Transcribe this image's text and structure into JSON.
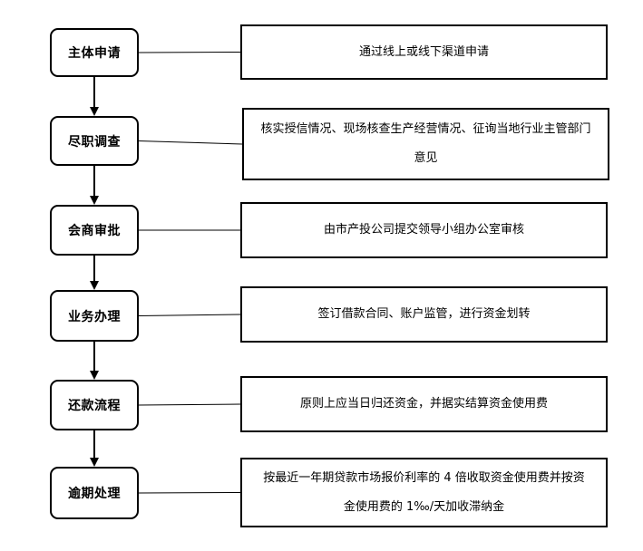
{
  "steps": [
    {
      "label": "主体申请",
      "description": "通过线上或线下渠道申请"
    },
    {
      "label": "尽职调查",
      "description": "核实授信情况、现场核查生产经营情况、征询当地行业主管部门意见"
    },
    {
      "label": "会商审批",
      "description": "由市产投公司提交领导小组办公室审核"
    },
    {
      "label": "业务办理",
      "description": "签订借款合同、账户监管，进行资金划转"
    },
    {
      "label": "还款流程",
      "description": "原则上应当日归还资金，并据实结算资金使用费"
    },
    {
      "label": "逾期处理",
      "description": "按最近一年期贷款市场报价利率的 4 倍收取资金使用费并按资金使用费的 1‰/天加收滞纳金"
    }
  ]
}
